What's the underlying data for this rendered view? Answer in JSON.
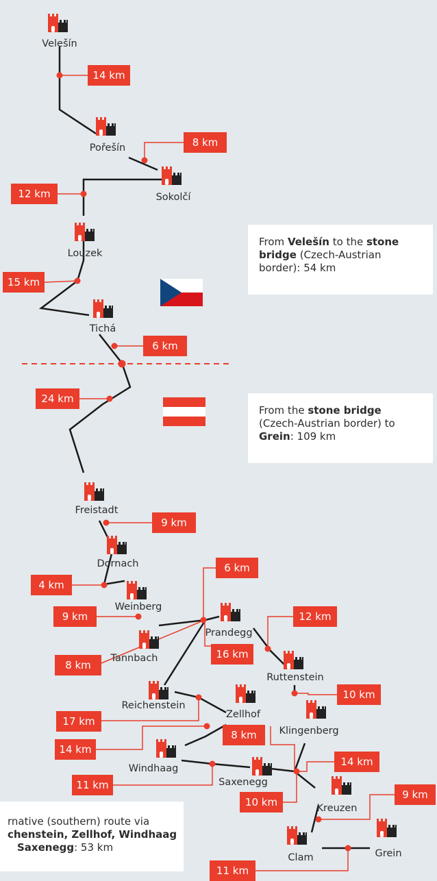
{
  "colors": {
    "background": "#e3e9ec",
    "accent": "#ea3d2c",
    "route": "#1a1a1a",
    "castle_dark": "#222222"
  },
  "icons": {
    "castle": "castle-icon",
    "flag_czech": "czech-flag-icon",
    "flag_austria": "austria-flag-icon"
  },
  "towns": [
    "Velešín",
    "Pořešín",
    "Sokolčí",
    "Louzek",
    "Tichá",
    "Freistadt",
    "Dornach",
    "Weinberg",
    "Tannbach",
    "Prandegg",
    "Ruttenstein",
    "Klingenberg",
    "Reichenstein",
    "Zellhof",
    "Windhaag",
    "Saxenegg",
    "Kreuzen",
    "Clam",
    "Grein"
  ],
  "distances": [
    "14 km",
    "8 km",
    "12 km",
    "15 km",
    "6 km",
    "24 km",
    "9 km",
    "4 km",
    "6 km",
    "9 km",
    "12 km",
    "8 km",
    "16 km",
    "10 km",
    "17 km",
    "8 km",
    "14 km",
    "14 km",
    "11 km",
    "10 km",
    "9 km",
    "11 km"
  ],
  "info": {
    "czech": {
      "l1": [
        "From ",
        "Velešín",
        " to the ",
        "stone"
      ],
      "l2": [
        "bridge",
        " (Czech-Austrian"
      ],
      "l3": [
        "border): 54 km"
      ]
    },
    "austria": {
      "l1": [
        "From the ",
        "stone bridge"
      ],
      "l2": [
        "(Czech-Austrian border) to"
      ],
      "l3": [
        "Grein",
        ": 109 km"
      ]
    },
    "alt": {
      "l1": [
        "rnative (southern) route via"
      ],
      "l2": [
        "chenstein, Zellhof, Windhaag"
      ],
      "l3": [
        "Saxenegg",
        ": 53 km"
      ]
    }
  }
}
